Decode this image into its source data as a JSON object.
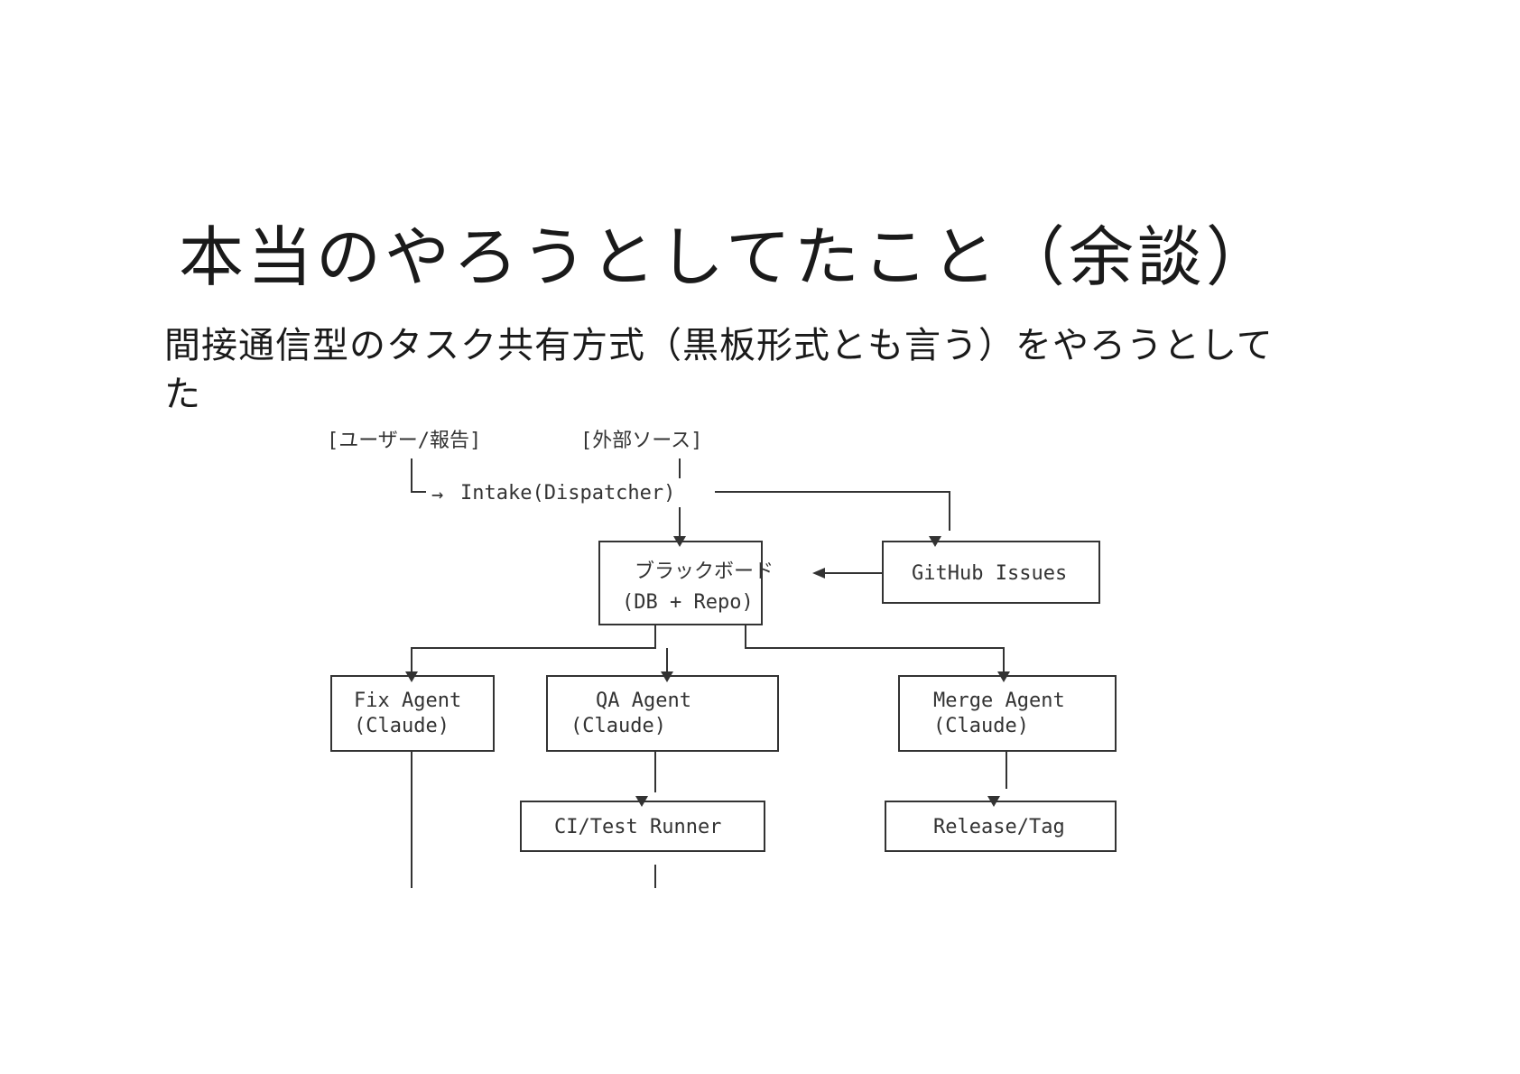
{
  "slide": {
    "title": "本当のやろうとしてたこと（余談）",
    "body": "間接通信型のタスク共有方式（黒板形式とも言う）をやろうとしてた"
  },
  "diagram": {
    "sources": {
      "user_report": "[ユーザー/報告]",
      "external_source": "[外部ソース]"
    },
    "intake": "Intake(Dispatcher)",
    "blackboard": {
      "line1": "ブラックボード",
      "line2": "(DB + Repo)"
    },
    "github_issues": "GitHub Issues",
    "fix_agent": {
      "line1": "Fix Agent",
      "line2": "(Claude)"
    },
    "qa_agent": {
      "line1": "QA Agent",
      "line2": "(Claude)"
    },
    "merge_agent": {
      "line1": "Merge Agent",
      "line2": "(Claude)"
    },
    "ci_runner": "CI/Test Runner",
    "release": "Release/Tag"
  }
}
